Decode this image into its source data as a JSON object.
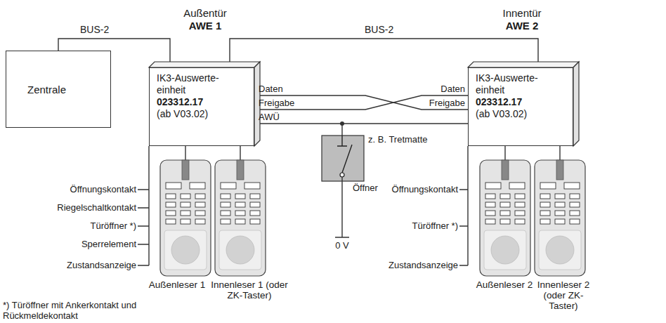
{
  "diagram": {
    "nodes": [
      {
        "text": [
          "Zentrale"
        ]
      },
      {
        "text": [
          "IK3-Auswerte- einheit",
          "023312.17",
          "(ab V03.02)"
        ]
      },
      {
        "text": [
          "IK3-Auswerte- einheit",
          "023312.17",
          "(ab V03.02)"
        ]
      }
    ],
    "edges": [
      {
        "from": 0,
        "to": 1,
        "arrow": "none",
        "label": "BUS-2"
      },
      {
        "from": 1,
        "to": 2,
        "arrow": "none",
        "label": "BUS-2"
      },
      {
        "from": 1,
        "to": 2,
        "arrow": "none"
      },
      {
        "from": 1,
        "to": 2,
        "arrow": "none"
      },
      {
        "from": 1,
        "to": 2,
        "arrow": "none"
      }
    ],
    "labels": [
      "Außentür",
      "AWE 1",
      "Innentür",
      "AWE 2",
      "Daten",
      "Freigabe",
      "AWÜ",
      "Daten",
      "Freigabe",
      "z. B. Tretmatte",
      "Öffner",
      "0 V",
      "Öffnungskontakt",
      "Riegelschaltkontakt",
      "Türöffner *)",
      "Sperrelement",
      "Zustandsanzeige",
      "Öffnungskontakt",
      "Türöffner *)",
      "Zustandsanzeige",
      "Außenleser 1",
      "Innenleser 1 (oder ZK-Taster)",
      "Außenleser 2",
      "Innenleser 2 (oder ZK-Taster)",
      "*) Türöffner mit Ankerkontakt und Rückmeldekontakt"
    ]
  }
}
